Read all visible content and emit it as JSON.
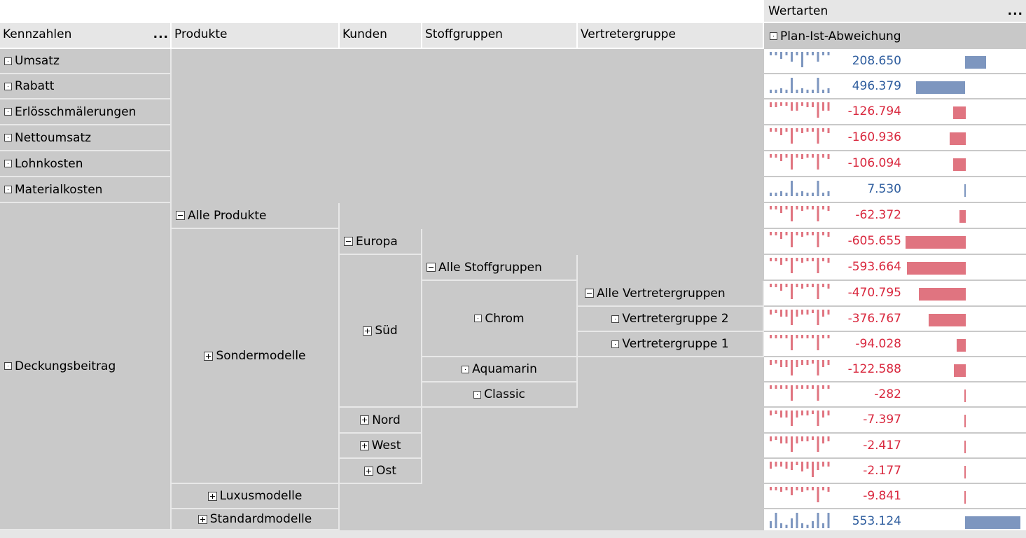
{
  "header": {
    "kennzahlen": "Kennzahlen",
    "produkte": "Produkte",
    "kunden": "Kunden",
    "stoffgruppen": "Stoffgruppen",
    "vertretergruppe": "Vertretergruppe",
    "wertarten": "Wertarten",
    "plan_ist": "Plan-Ist-Abweichung",
    "more": "..."
  },
  "kennzahlen": {
    "umsatz": "Umsatz",
    "rabatt": "Rabatt",
    "erloes": "Erlösschmälerungen",
    "nettoumsatz": "Nettoumsatz",
    "lohnkosten": "Lohnkosten",
    "materialkosten": "Materialkosten",
    "deckungsbeitrag": "Deckungsbeitrag"
  },
  "produkte": {
    "alle": "Alle Produkte",
    "sonder": "Sondermodelle",
    "luxus": "Luxusmodelle",
    "standard": "Standardmodelle"
  },
  "kunden": {
    "europa": "Europa",
    "sued": "Süd",
    "nord": "Nord",
    "west": "West",
    "ost": "Ost"
  },
  "stoffgruppen": {
    "alle": "Alle Stoffgruppen",
    "chrom": "Chrom",
    "aquamarin": "Aquamarin",
    "classic": "Classic"
  },
  "vertreter": {
    "alle": "Alle Vertretergruppen",
    "vg2": "Vertretergruppe 2",
    "vg1": "Vertretergruppe 1"
  },
  "colors": {
    "positive": "#2e5d9e",
    "negative": "#d9293f",
    "bar_positive": "#7d96bf",
    "bar_negative": "#e07480"
  },
  "values": [
    {
      "text": "208.650",
      "num": 208650,
      "spark": [
        2,
        2,
        4,
        2,
        6,
        2,
        9,
        2,
        2,
        6,
        2,
        2
      ]
    },
    {
      "text": "496.379",
      "num": 496379,
      "spark": [
        2,
        2,
        3,
        2,
        9,
        2,
        3,
        2,
        2,
        9,
        2,
        3
      ]
    },
    {
      "text": "-126.794",
      "num": -126794,
      "spark": [
        3,
        3,
        2,
        2,
        5,
        5,
        2,
        3,
        3,
        9,
        5,
        5
      ]
    },
    {
      "text": "-160.936",
      "num": -160936,
      "spark": [
        2,
        2,
        4,
        2,
        9,
        2,
        3,
        2,
        2,
        9,
        2,
        3
      ]
    },
    {
      "text": "-106.094",
      "num": -106094,
      "spark": [
        2,
        2,
        4,
        2,
        9,
        2,
        3,
        2,
        2,
        9,
        2,
        3
      ]
    },
    {
      "text": "7.530",
      "num": 7530,
      "spark": [
        2,
        2,
        3,
        2,
        9,
        2,
        3,
        2,
        2,
        9,
        2,
        3
      ]
    },
    {
      "text": "-62.372",
      "num": -62372,
      "spark": [
        2,
        2,
        4,
        2,
        9,
        2,
        3,
        2,
        2,
        9,
        2,
        3
      ]
    },
    {
      "text": "-605.655",
      "num": -605655,
      "spark": [
        2,
        2,
        4,
        2,
        9,
        2,
        3,
        2,
        2,
        9,
        2,
        3
      ]
    },
    {
      "text": "-593.664",
      "num": -593664,
      "spark": [
        2,
        2,
        4,
        2,
        9,
        2,
        3,
        2,
        2,
        9,
        2,
        3
      ]
    },
    {
      "text": "-470.795",
      "num": -470795,
      "spark": [
        2,
        2,
        4,
        2,
        9,
        2,
        3,
        2,
        2,
        9,
        2,
        3
      ]
    },
    {
      "text": "-376.767",
      "num": -376767,
      "spark": [
        3,
        2,
        4,
        4,
        9,
        4,
        3,
        3,
        2,
        9,
        4,
        3
      ]
    },
    {
      "text": "-94.028",
      "num": -94028,
      "spark": [
        2,
        2,
        2,
        2,
        9,
        2,
        2,
        2,
        2,
        9,
        2,
        2
      ]
    },
    {
      "text": "-122.588",
      "num": -122588,
      "spark": [
        3,
        2,
        4,
        4,
        9,
        4,
        3,
        3,
        2,
        9,
        4,
        3
      ]
    },
    {
      "text": "-282",
      "num": -282,
      "spark": [
        2,
        2,
        2,
        2,
        9,
        2,
        2,
        2,
        2,
        9,
        2,
        2
      ]
    },
    {
      "text": "-7.397",
      "num": -7397,
      "spark": [
        3,
        2,
        4,
        4,
        9,
        4,
        3,
        3,
        2,
        9,
        4,
        3
      ]
    },
    {
      "text": "-2.417",
      "num": -2417,
      "spark": [
        3,
        2,
        4,
        4,
        9,
        4,
        3,
        3,
        2,
        9,
        4,
        3
      ]
    },
    {
      "text": "-2.177",
      "num": -2177,
      "spark": [
        4,
        3,
        3,
        4,
        5,
        2,
        6,
        4,
        9,
        5,
        3,
        3
      ]
    },
    {
      "text": "-9.841",
      "num": -9841,
      "spark": [
        2,
        2,
        3,
        2,
        5,
        2,
        3,
        2,
        2,
        9,
        2,
        3
      ]
    },
    {
      "text": "553.124",
      "num": 553124,
      "spark": [
        4,
        9,
        3,
        2,
        6,
        9,
        3,
        2,
        4,
        9,
        3,
        9
      ]
    }
  ]
}
